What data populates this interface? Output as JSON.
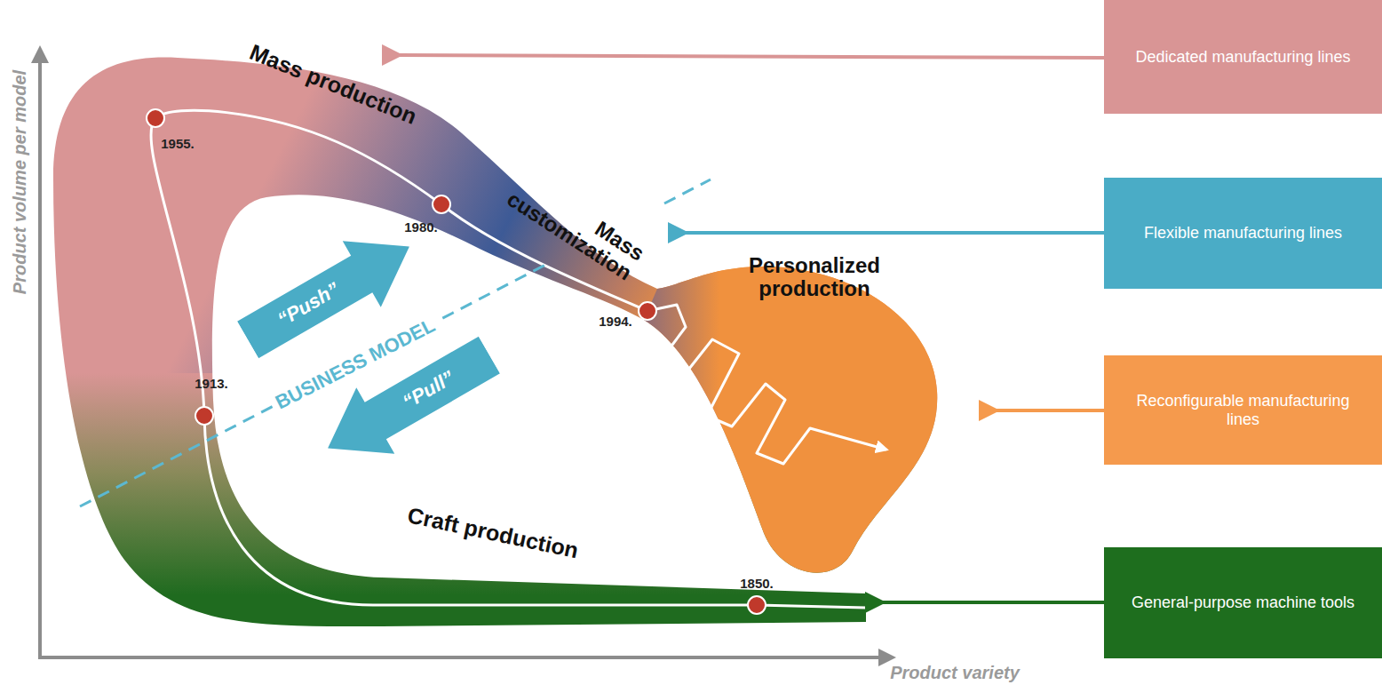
{
  "diagram": {
    "nodes": [
      {
        "text": [
          "“Push”"
        ]
      },
      {
        "text": [
          "“Pull”"
        ]
      },
      {
        "text": [
          "Dedicated manufacturing lines"
        ]
      },
      {
        "text": [
          "Flexible manufacturing lines"
        ]
      },
      {
        "text": [
          "Reconfigurable manufacturing lines"
        ]
      },
      {
        "text": [
          "General-purpose machine tools"
        ]
      }
    ],
    "labels": [
      "Mass production",
      "1955.",
      "1980.",
      "Mass customization",
      "Personalized production",
      "1994.",
      "1913.",
      "BUSINESS MODEL",
      "Craft production",
      "1850.",
      "Product volume per model",
      "Product variety"
    ]
  }
}
